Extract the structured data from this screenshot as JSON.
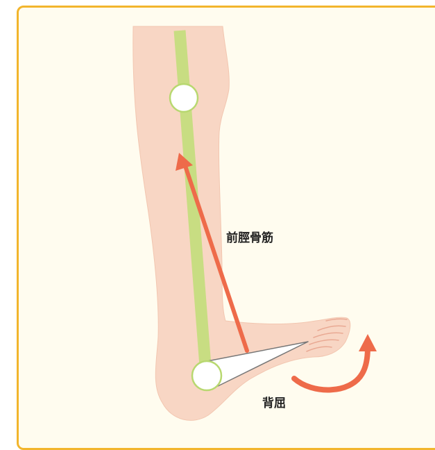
{
  "labels": {
    "muscle": "前脛骨筋",
    "motion": "背屈"
  },
  "colors": {
    "frame_border": "#f2b52c",
    "background": "#fffcef",
    "skin": "#f8d6c4",
    "skin_outline": "#efbfa8",
    "bone_axis": "#c8dd82",
    "arrow": "#ee6b4a",
    "joint_fill": "#ffffff",
    "joint_stroke": "#b8d870"
  },
  "icons": {
    "knee_joint": "circle",
    "ankle_joint": "circle",
    "pull_arrow": "arrow-up",
    "rotation_arrow": "curved-arrow"
  }
}
